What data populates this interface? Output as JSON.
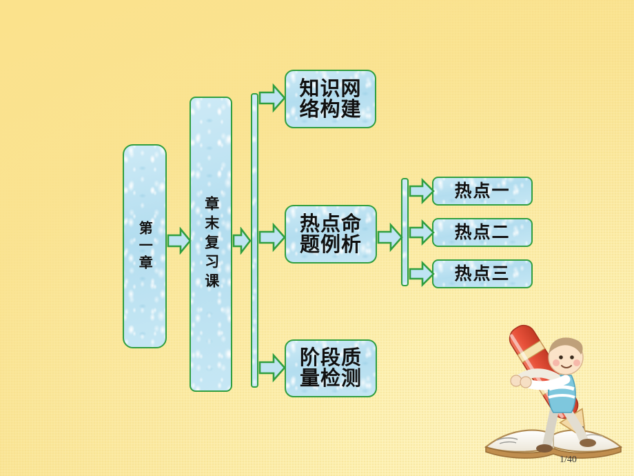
{
  "slide": {
    "page_number": "1/40",
    "background_color_top": "#fbe28c",
    "background_color_bottom": "#fdf3bd",
    "node_border_color": "#2f9e3f",
    "node_fill_color": "#bfe4f2"
  },
  "diagram": {
    "root": {
      "label": "第一章"
    },
    "stage": {
      "label": "章末复习课"
    },
    "branches": [
      {
        "label_line1": "知识网",
        "label_line2": "络构建"
      },
      {
        "label_line1": "热点命",
        "label_line2": "题例析"
      },
      {
        "label_line1": "阶段质",
        "label_line2": "量检测"
      }
    ],
    "topics": [
      {
        "label": "热点一"
      },
      {
        "label": "热点二"
      },
      {
        "label": "热点三"
      }
    ]
  },
  "mascot": {
    "name": "boy-carrying-pencil-on-book",
    "pencil_color": "#e8513a",
    "shirt_color": "#7ec7dd",
    "book_color": "#fdfdfb"
  }
}
